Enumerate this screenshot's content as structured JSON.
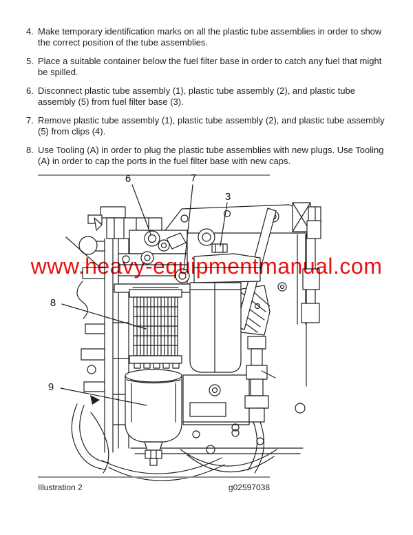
{
  "instructions": [
    {
      "number": "4.",
      "text": "Make temporary identification marks on all the plastic tube assemblies in order to show the correct position of the tube assemblies."
    },
    {
      "number": "5.",
      "text": "Place a suitable container below the fuel filter base in order to catch any fuel that might be spilled."
    },
    {
      "number": "6.",
      "text": "Disconnect plastic tube assembly (1), plastic tube assembly (2), and plastic tube assembly (5) from fuel filter base (3)."
    },
    {
      "number": "7.",
      "text": "Remove plastic tube assembly (1), plastic tube assembly (2), and plastic tube assembly (5) from clips (4)."
    },
    {
      "number": "8.",
      "text": "Use Tooling (A) in order to plug the plastic tube assemblies with new plugs. Use Tooling (A) in order to cap the ports in the fuel filter base with new caps."
    }
  ],
  "illustration": {
    "watermark": "www.heavy-equipmentmanual.com",
    "watermark_color": "#e81210",
    "callouts": [
      {
        "label": "6"
      },
      {
        "label": "7"
      },
      {
        "label": "3"
      },
      {
        "label": "8"
      },
      {
        "label": "9"
      }
    ],
    "caption": "Illustration 2",
    "figure_id": "g02597038"
  }
}
